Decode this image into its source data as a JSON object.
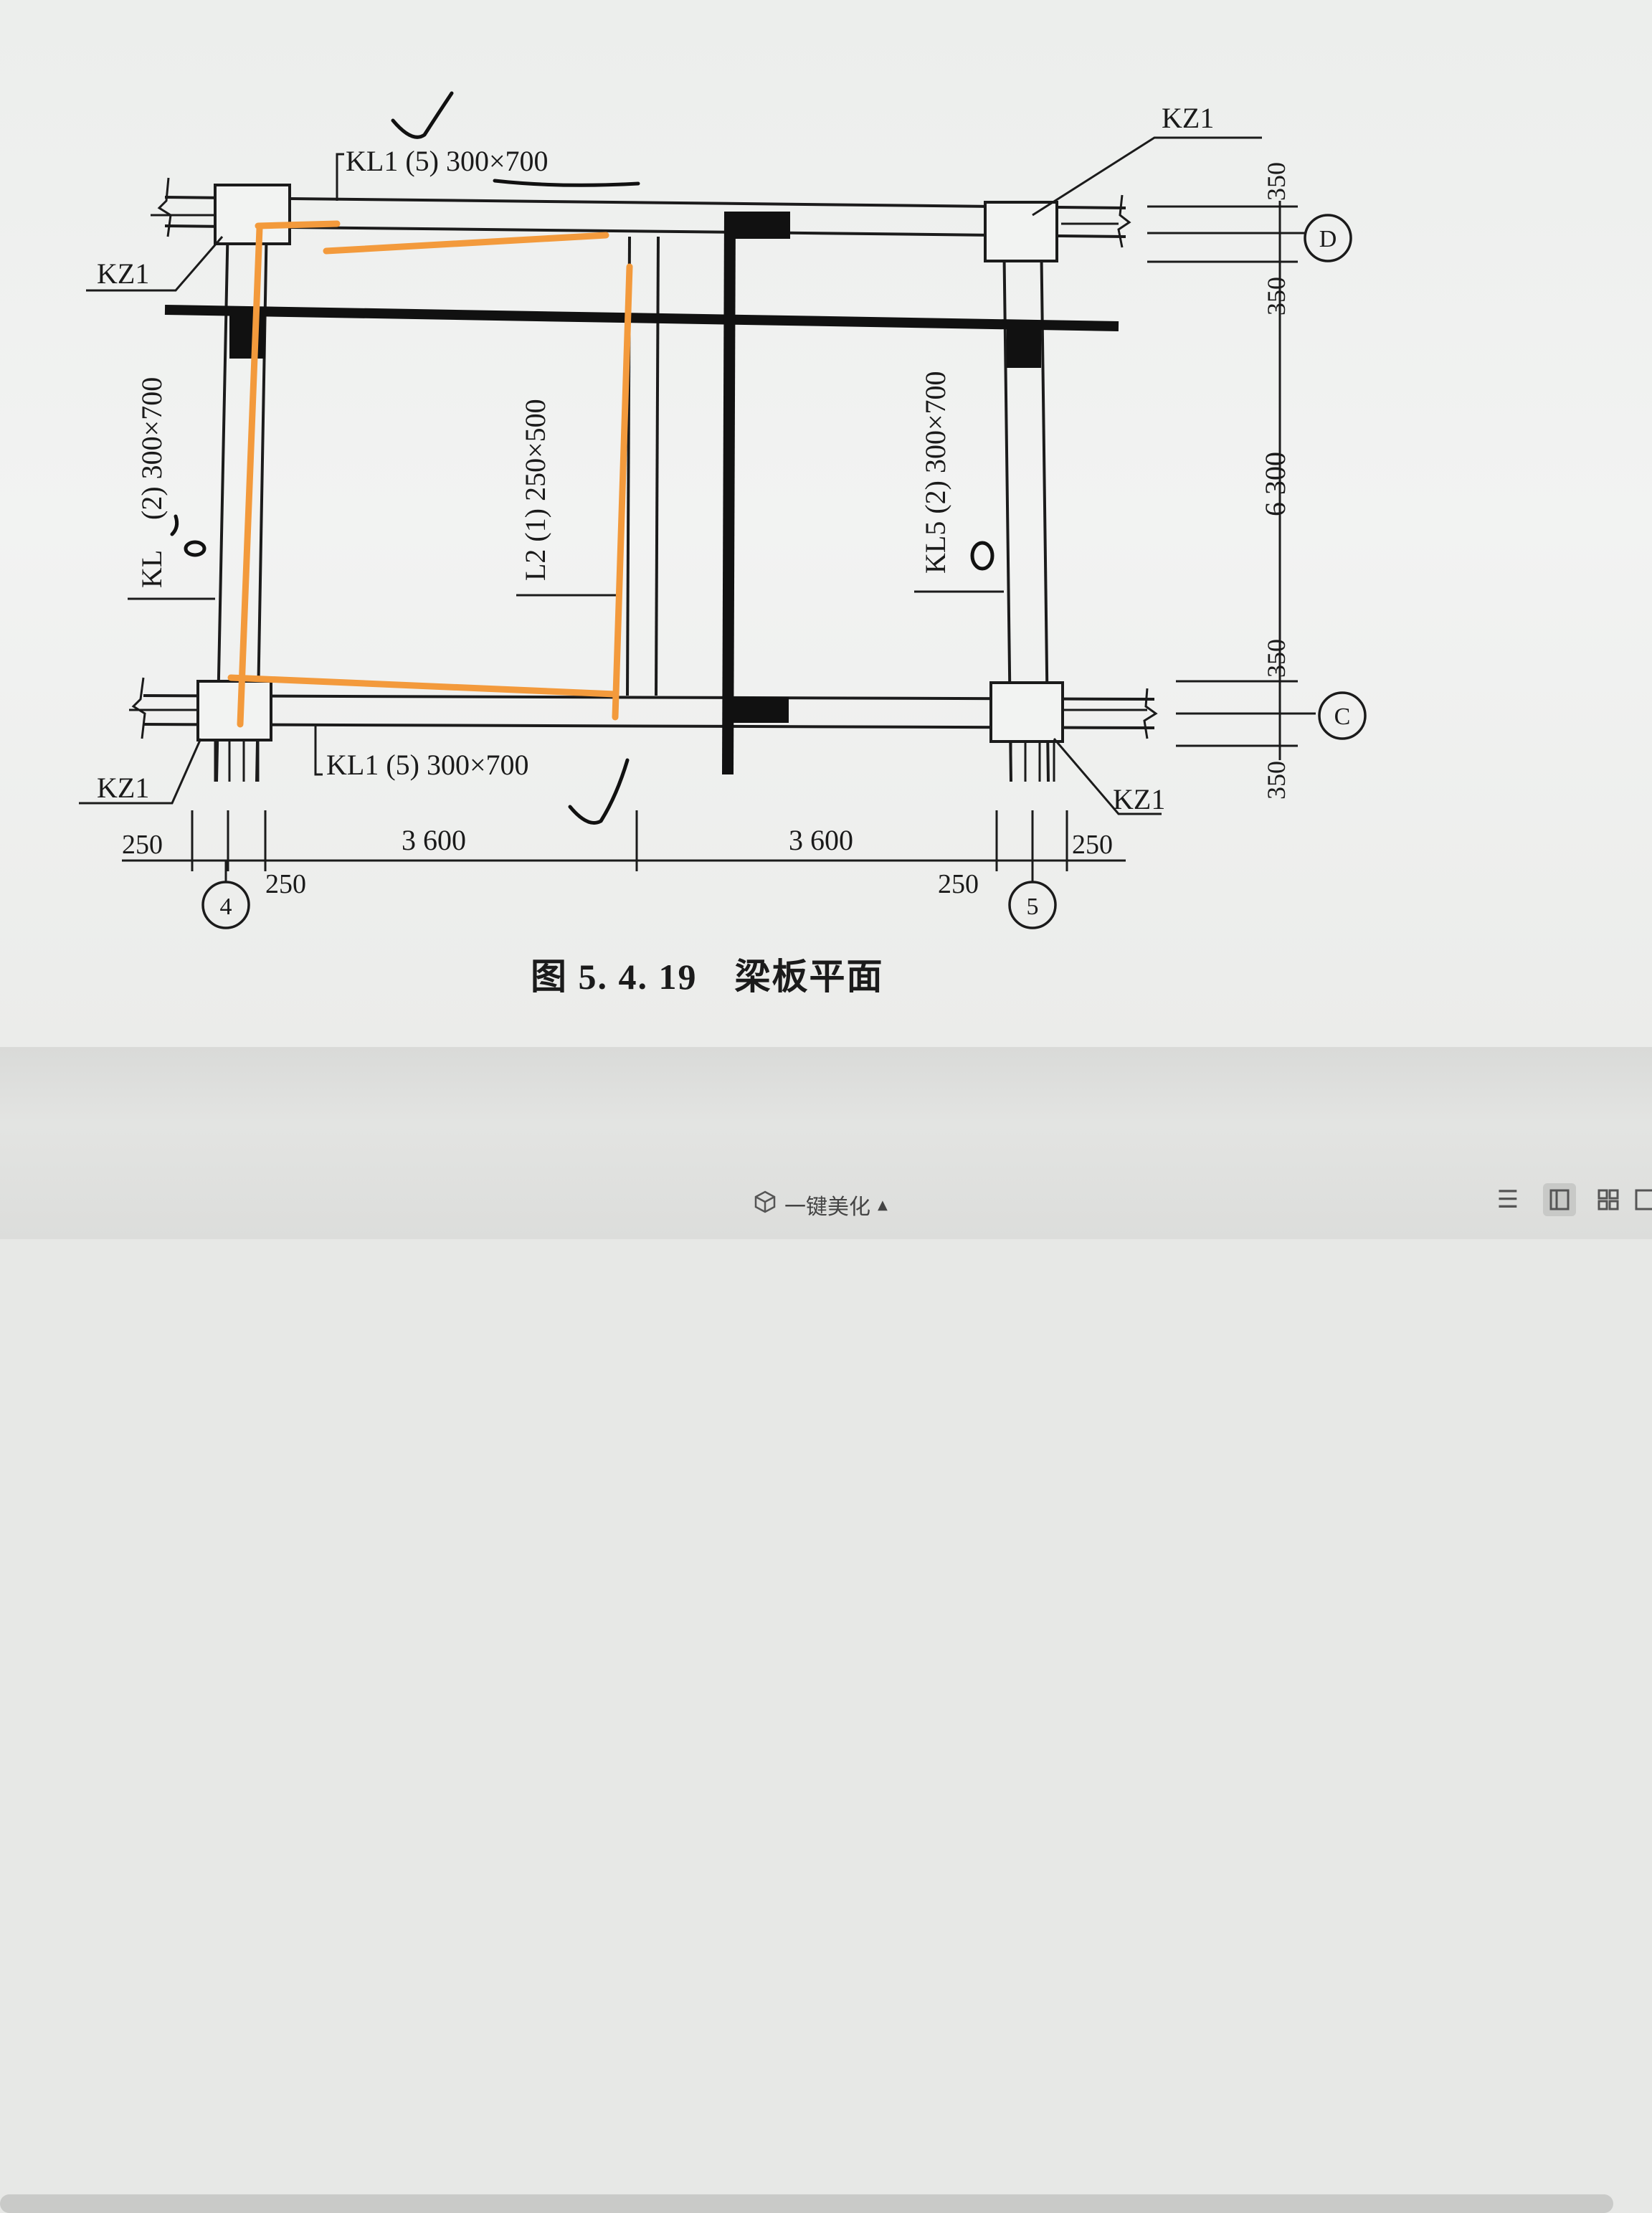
{
  "drawing": {
    "beam_labels": {
      "kl1_top": "KL1 (5) 300×700",
      "kl1_bottom": "KL1 (5) 300×700",
      "kl4_left_prefix": "KL",
      "kl4_left_rest": "(2) 300×700",
      "l2": "L2 (1) 250×500",
      "kl5": "KL5 (2) 300×700"
    },
    "column_labels": [
      "KZ1",
      "KZ1",
      "KZ1",
      "KZ1"
    ],
    "dimensions": {
      "horizontal": [
        "250",
        "250",
        "3 600",
        "3 600",
        "250",
        "250"
      ],
      "vertical": [
        "350",
        "350",
        "6 300",
        "350",
        "350"
      ]
    },
    "axes": {
      "vertical": [
        "4",
        "5"
      ],
      "horizontal": [
        "D",
        "C"
      ]
    },
    "annotations": {
      "highlight_color": "#f39a3c",
      "checkmarks": 2,
      "circle_marks": 2
    }
  },
  "caption": "图 5. 4. 19　梁板平面",
  "toolbar": {
    "beautify_label": "一键美化",
    "beautify_icon": "cube-icon",
    "icons": [
      "list-icon",
      "single-page-icon",
      "grid-icon",
      "half-icon"
    ]
  }
}
